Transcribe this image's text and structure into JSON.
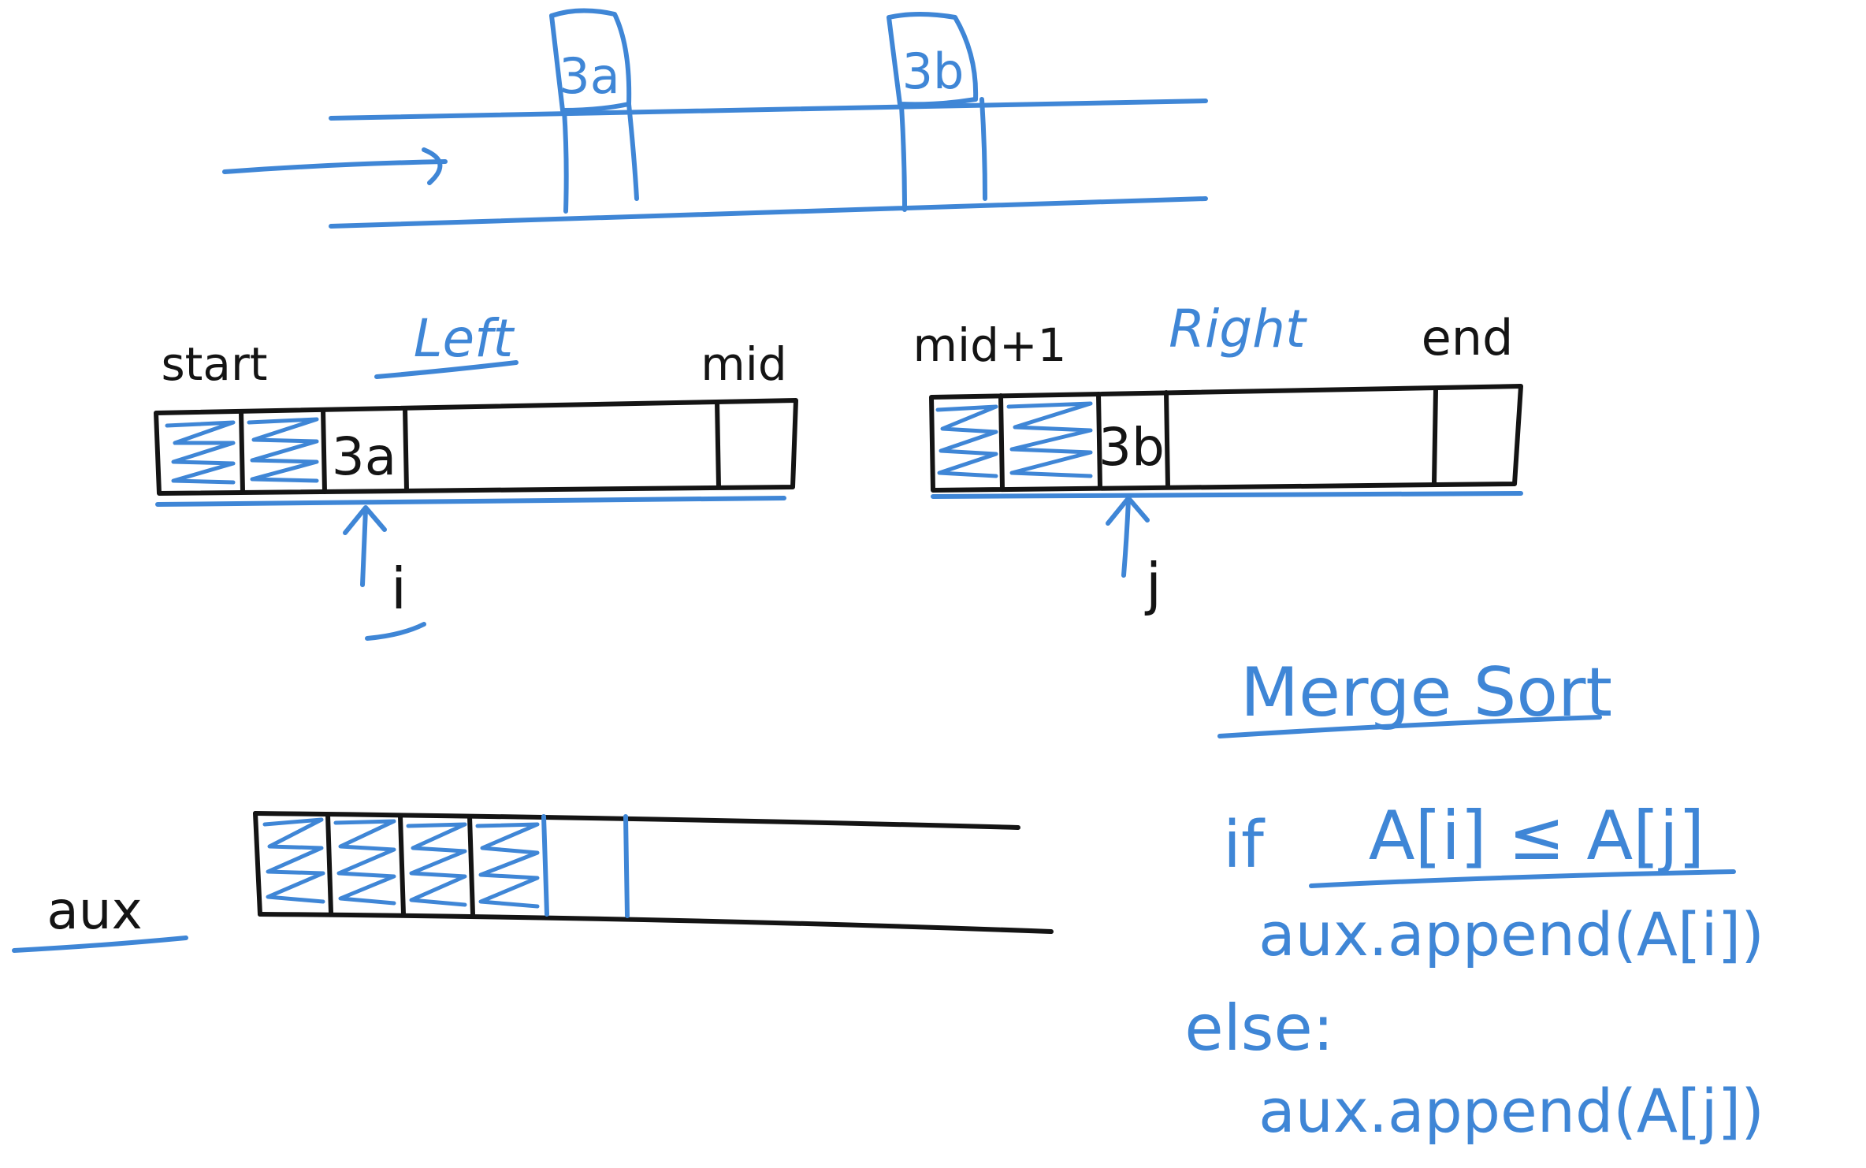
{
  "colors": {
    "ink_black": "#141414",
    "ink_blue": "#3f86d6",
    "background": "#ffffff"
  },
  "top_diagram": {
    "box_a": "3a",
    "box_b": "3b"
  },
  "left_array": {
    "start_label": "start",
    "title": "Left",
    "end_label": "mid",
    "cell_value": "3a",
    "pointer_label": "i"
  },
  "right_array": {
    "start_label": "mid+1",
    "title": "Right",
    "end_label": "end",
    "cell_value": "3b",
    "pointer_label": "j"
  },
  "aux_array": {
    "label": "aux"
  },
  "pseudocode": {
    "title": "Merge Sort",
    "if_keyword": "if",
    "condition": "A[i] ≤ A[j]",
    "then_stmt": "aux.append(A[i])",
    "else_keyword": "else:",
    "else_stmt": "aux.append(A[j])"
  }
}
